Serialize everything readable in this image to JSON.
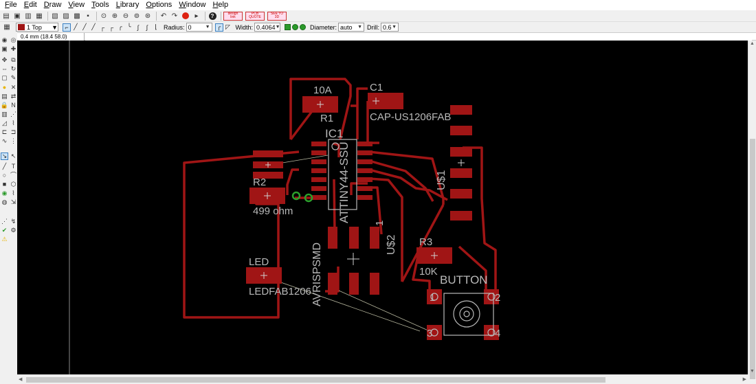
{
  "menu": [
    {
      "label": "File",
      "key": "F",
      "rest": "ile"
    },
    {
      "label": "Edit",
      "key": "E",
      "rest": "dit"
    },
    {
      "label": "Draw",
      "key": "D",
      "rest": "raw"
    },
    {
      "label": "View",
      "key": "V",
      "rest": "iew"
    },
    {
      "label": "Tools",
      "key": "T",
      "rest": "ools"
    },
    {
      "label": "Library",
      "key": "L",
      "rest": "ibrary"
    },
    {
      "label": "Options",
      "key": "O",
      "rest": "ptions"
    },
    {
      "label": "Window",
      "key": "W",
      "rest": "indow"
    },
    {
      "label": "Help",
      "key": "H",
      "rest": "elp"
    }
  ],
  "toolbar1": {
    "badges": [
      "design link",
      "PCB QUOTE",
      "SEE TO 3D"
    ]
  },
  "toolbar2": {
    "layer": "1 Top",
    "radius_label": "Radius:",
    "radius_value": "0",
    "width_label": "Width:",
    "width_value": "0.4064",
    "diameter_label": "Diameter:",
    "diameter_value": "auto",
    "drill_label": "Drill:",
    "drill_value": "0.6"
  },
  "command": {
    "coordinate": "0.4 mm (18.4 58.0)",
    "input": ""
  },
  "board": {
    "trace_color": "#a01515",
    "silk_color": "#b9b9b9",
    "labels": {
      "r1_value": "10A",
      "r1_name": "R1",
      "c1_name": "C1",
      "c1_value": "CAP-US1206FAB",
      "ic1_name": "IC1",
      "ic1_value": "ATTINY44-SSU",
      "u1_name": "U$1",
      "r2_name": "R2",
      "r2_value": "499 ohm",
      "u2_pin": "1",
      "u2_name": "U$2",
      "avr_name": "AVRISPSMD",
      "r3_name": "R3",
      "r3_value": "10K",
      "button_name": "BUTTON",
      "led_name": "LED",
      "led_value": "LEDFAB1206",
      "btn_pin1": "1",
      "btn_pin2": "2",
      "btn_pin3": "3",
      "btn_pin4": "4"
    }
  }
}
